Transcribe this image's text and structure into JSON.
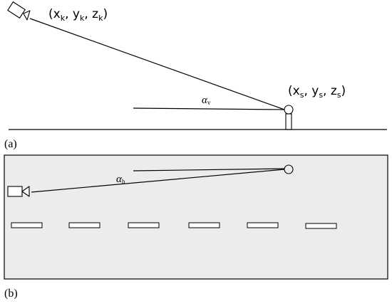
{
  "panel_a": {
    "label": "(a)",
    "camera_coords": {
      "open": "(x",
      "sub1": "k",
      "sep1": ", y",
      "sub2": "k",
      "sep2": ", z",
      "sub3": "k",
      "close": ")"
    },
    "sensor_coords": {
      "open": "(x",
      "sub1": "s",
      "sep1": ", y",
      "sub2": "s",
      "sep2": ", z",
      "sub3": "s",
      "close": ")"
    },
    "angle_label": {
      "symbol": "α",
      "sub": "v"
    }
  },
  "panel_b": {
    "label": "(b)",
    "angle_label": {
      "symbol": "α",
      "sub": "h"
    },
    "lane_markings_count": 6
  },
  "colors": {
    "stroke": "#000000",
    "road": "#ececec",
    "background": "#ffffff"
  }
}
